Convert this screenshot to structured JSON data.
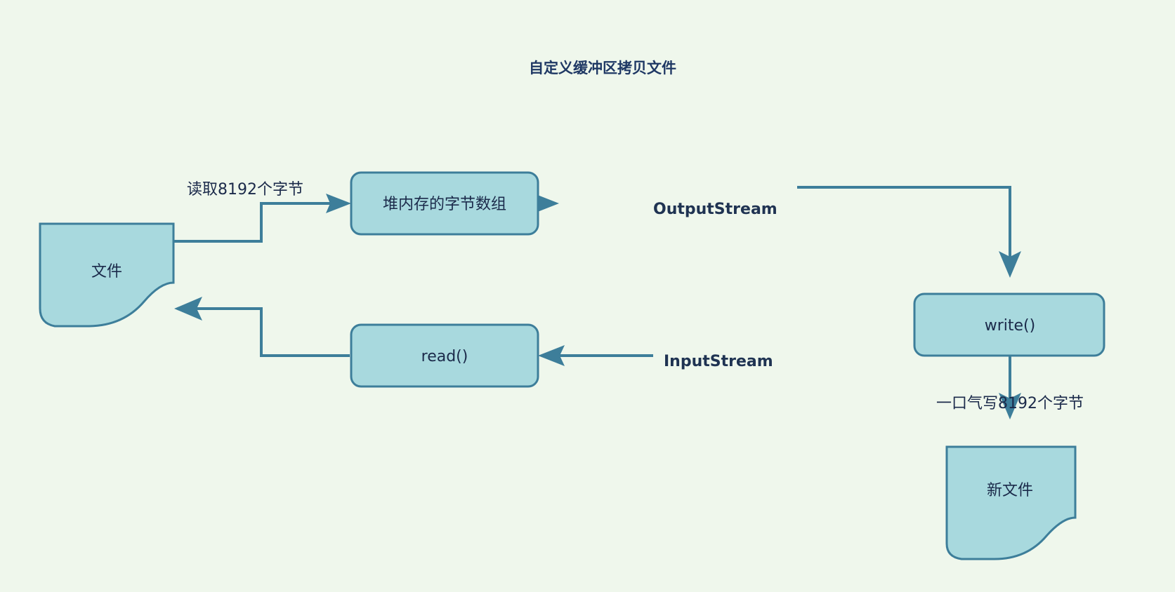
{
  "page": {
    "background_color": "#eff7ec",
    "shape_fill_color": "#a8d9de",
    "shape_stroke_color": "#3d7e9a",
    "text_color": "#1b2a4a",
    "title_color": "#1f3864"
  },
  "title": "自定义缓冲区拷贝文件",
  "nodes": {
    "source_file": "文件",
    "heap_byte_array": "堆内存的字节数组",
    "read_method": "read()",
    "write_method": "write()",
    "new_file": "新文件"
  },
  "stream_labels": {
    "output_stream": "OutputStream",
    "input_stream": "InputStream"
  },
  "edge_labels": {
    "read_bytes": "读取8192个字节",
    "write_bytes": "一口气写8192个字节"
  },
  "diagram_data": {
    "type": "flowchart",
    "direction": "left-to-right",
    "flow": [
      {
        "from": "文件",
        "to": "堆内存的字节数组",
        "label": "读取8192个字节"
      },
      {
        "from": "堆内存的字节数组",
        "to": "OutputStream",
        "label": ""
      },
      {
        "from": "OutputStream",
        "to": "write()",
        "label": ""
      },
      {
        "from": "write()",
        "to": "新文件",
        "label": "一口气写8192个字节"
      },
      {
        "from": "InputStream",
        "to": "read()",
        "label": ""
      },
      {
        "from": "read()",
        "to": "文件",
        "label": ""
      }
    ]
  }
}
